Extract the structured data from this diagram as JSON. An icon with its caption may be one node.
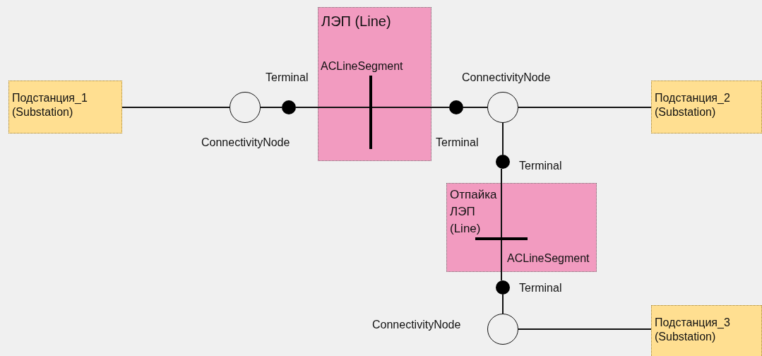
{
  "diagram": {
    "nodes": [
      {
        "text": [
          "Подстанция_1 (Substation)"
        ]
      },
      {
        "text": [],
        "shape": "circle",
        "beside": [
          "ConnectivityNode"
        ]
      },
      {
        "text": [],
        "shape": "dot",
        "beside": [
          "Terminal"
        ]
      },
      {
        "text": [
          "ЛЭП (Line)"
        ]
      },
      {
        "text": [],
        "shape": "bar",
        "in": 3,
        "beside": [
          "ACLineSegment"
        ]
      },
      {
        "text": [],
        "shape": "dot",
        "beside": [
          "Terminal"
        ]
      },
      {
        "text": [],
        "shape": "circle",
        "beside": [
          "ConnectivityNode"
        ]
      },
      {
        "text": [
          "Подстанция_2 (Substation)"
        ]
      },
      {
        "text": [],
        "shape": "dot",
        "beside": [
          "Terminal"
        ]
      },
      {
        "text": [
          "Отпайка ЛЭП (Line)"
        ]
      },
      {
        "text": [],
        "shape": "bar",
        "in": 9,
        "beside": [
          "ACLineSegment"
        ]
      },
      {
        "text": [],
        "shape": "dot",
        "beside": [
          "Terminal"
        ]
      },
      {
        "text": [],
        "shape": "circle",
        "beside": [
          "ConnectivityNode"
        ]
      },
      {
        "text": [
          "Подстанция_3 (Substation)"
        ]
      }
    ],
    "edges": [
      {
        "from": 0,
        "to": 1,
        "arrow": "none"
      },
      {
        "from": 1,
        "to": 2,
        "arrow": "none"
      },
      {
        "from": 2,
        "to": 4,
        "arrow": "none"
      },
      {
        "from": 4,
        "to": 5,
        "arrow": "none"
      },
      {
        "from": 5,
        "to": 6,
        "arrow": "none"
      },
      {
        "from": 6,
        "to": 7,
        "arrow": "none"
      },
      {
        "from": 6,
        "to": 8,
        "arrow": "none"
      },
      {
        "from": 8,
        "to": 10,
        "arrow": "none"
      },
      {
        "from": 10,
        "to": 11,
        "arrow": "none"
      },
      {
        "from": 11,
        "to": 12,
        "arrow": "none"
      },
      {
        "from": 12,
        "to": 13,
        "arrow": "none"
      }
    ]
  }
}
